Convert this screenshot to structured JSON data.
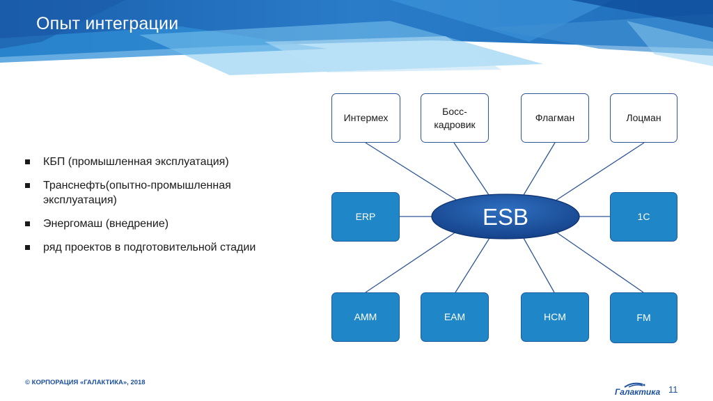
{
  "header": {
    "title": "Опыт интеграции"
  },
  "bullets": [
    "КБП (промышленная эксплуатация)",
    "Транснефть(опытно-промышленная эксплуатация)",
    "Энергомаш (внедрение)",
    "ряд проектов в подготовительной стадии"
  ],
  "diagram": {
    "hub": "ESB",
    "top_nodes": [
      "Интермех",
      "Босс-кадровик",
      "Флагман",
      "Лоцман"
    ],
    "middle_nodes": [
      "ERP",
      "1C"
    ],
    "bottom_nodes": [
      "AMM",
      "EAM",
      "HCM",
      "FM"
    ]
  },
  "footer": {
    "copyright": "© КОРПОРАЦИЯ «ГАЛАКТИКА», 2018",
    "page_number": "11",
    "logo_text": "Галактика"
  },
  "colors": {
    "banner_dark": "#1565b0",
    "banner_light": "#5fb6e6",
    "node_blue": "#1f86c8",
    "hub_blue": "#174a94",
    "text_brand": "#1b4f9c"
  }
}
